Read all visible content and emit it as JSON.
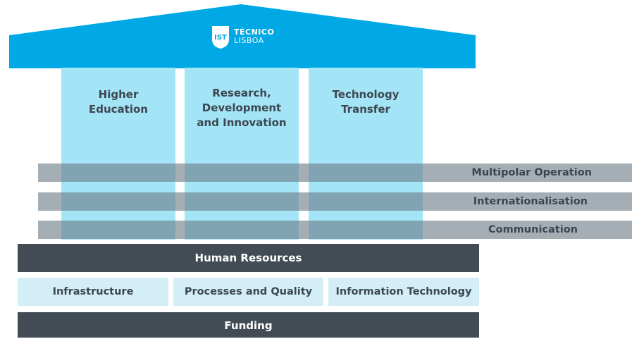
{
  "colors": {
    "roof": "#00a9e5",
    "pillar": "#a3e4f6",
    "band": "#8f9ba3",
    "dark_bar": "#434c55",
    "support_box": "#d3eef7",
    "text_dark": "#3c4750",
    "text_light": "#ffffff"
  },
  "roof": {
    "logo_text_line1": "TÉCNICO",
    "logo_text_line2": "LISBOA",
    "logo_mark_text": "IST",
    "logo_icon": "tecnico-shield-icon"
  },
  "pillars": [
    {
      "lines": [
        "Higher",
        "Education"
      ]
    },
    {
      "lines": [
        "Research,",
        "Development",
        "and Innovation"
      ]
    },
    {
      "lines": [
        "Technology",
        "Transfer"
      ]
    }
  ],
  "bands": [
    "Multipolar Operation",
    "Internationalisation",
    "Communication"
  ],
  "foundation": {
    "human_resources": "Human Resources",
    "supports": [
      "Infrastructure",
      "Processes and Quality",
      "Information Technology"
    ],
    "funding": "Funding"
  }
}
